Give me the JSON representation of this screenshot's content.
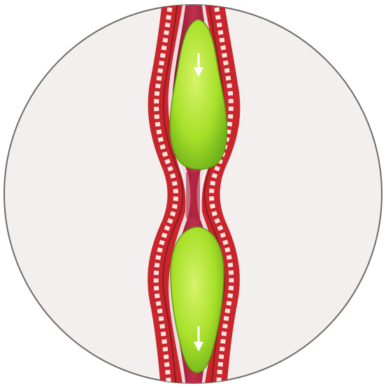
{
  "diagram": {
    "subject": "peristalsis",
    "elements": [
      {
        "name": "food-bolus-upper"
      },
      {
        "name": "food-bolus-lower"
      },
      {
        "name": "muscle-contraction"
      },
      {
        "name": "direction-arrow-icon",
        "direction": "down"
      }
    ]
  },
  "colors": {
    "background_disc": "#f3efee",
    "disc_outline": "#6e6a68",
    "muscle_outer": "#c8262c",
    "muscle_mid": "#e0323a",
    "muscle_stripe": "#ffe6e2",
    "lining": "#f2dbe0",
    "lumen": "#b0243e",
    "bolus": "#a8e02a",
    "bolus_highlight": "#d6f46a",
    "arrow": "#ffffff"
  }
}
